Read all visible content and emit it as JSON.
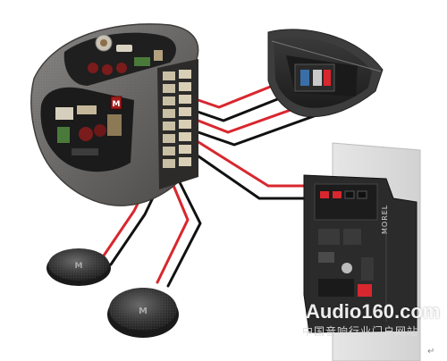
{
  "image": {
    "subject": "Car audio wiring: component speaker crossover connected to a woofer, two tweeters and a Morel amplifier"
  },
  "brands": {
    "amplifier_label": "MOREL",
    "crossover_logo": "M"
  },
  "watermark": {
    "site": "Audio160.com",
    "tagline": "中国音响行业门户网站",
    "mark": "Audio"
  },
  "colors": {
    "wire_red": "#d8272e",
    "wire_black": "#111111",
    "housing": "#6a6866",
    "amp_body": "#ececec",
    "amp_face": "#2b2b2b"
  },
  "icons": {
    "corner": "return-arrow-icon"
  }
}
